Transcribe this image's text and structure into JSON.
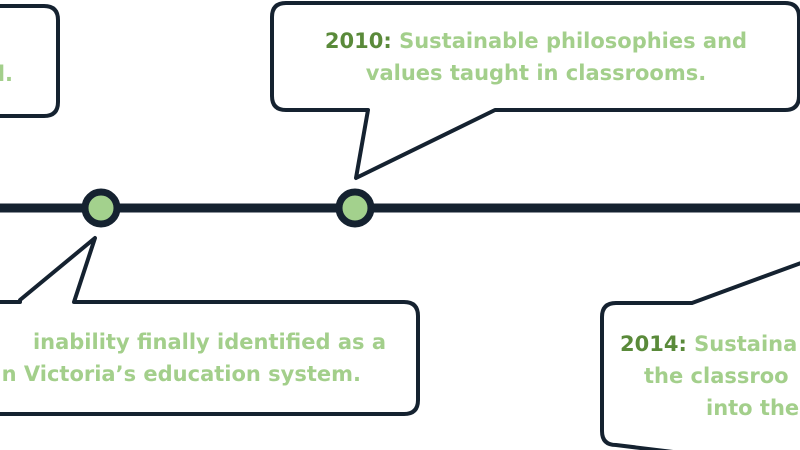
{
  "colors": {
    "line": "#152230",
    "node_fill": "#a3d18d",
    "year_text": "#5a8a3a",
    "desc_text": "#a3cf8b",
    "bubble_fill": "#ffffff",
    "bubble_stroke": "#152230"
  },
  "events": [
    {
      "id": "top-left",
      "year": "",
      "separator": "",
      "lines": [
        "d."
      ]
    },
    {
      "id": "2010",
      "year": "2010",
      "separator": ": ",
      "lines": [
        "Sustainable philosophies and",
        "values taught in classrooms."
      ]
    },
    {
      "id": "bottom-left",
      "year": "",
      "separator": "",
      "lines": [
        "inability finally identified as a",
        "n Victoria’s education system."
      ]
    },
    {
      "id": "2014",
      "year": "2014",
      "separator": ": ",
      "lines": [
        "Sustaina",
        "the classroo",
        "into the"
      ]
    }
  ]
}
